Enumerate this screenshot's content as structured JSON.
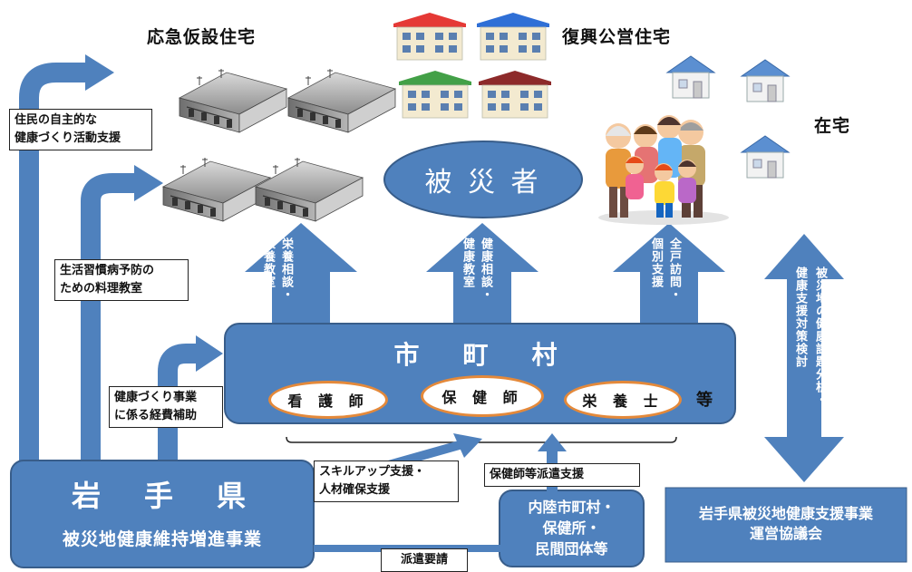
{
  "headings": {
    "temporary_housing": "応急仮設住宅",
    "public_housing": "復興公営住宅",
    "own_home": "在宅"
  },
  "victims": "被 災 者",
  "municipality": {
    "title": "市　町　村",
    "staff": [
      "看 護 師",
      "保 健 師",
      "栄 養 士"
    ],
    "etc": "等"
  },
  "up_arrows": [
    {
      "line1": "栄養相談・",
      "line2": "栄養教室"
    },
    {
      "line1": "健康相談・",
      "line2": "健康教室"
    },
    {
      "line1": "全戸訪問・",
      "line2": "個別支援"
    }
  ],
  "council_arrow": {
    "line1": "被災地の健康課題分析・",
    "line2": "健康支援対策検討"
  },
  "notes": {
    "self_activity": "住民の自主的な\n健康づくり活動支援",
    "cooking_class": "生活習慣病予防の\nための料理教室",
    "subsidy": "健康づくり事業\nに係る経費補助",
    "skill_support": "スキルアップ支援・\n人材確保支援",
    "dispatch_support": "保健師等派遣支援",
    "dispatch_request": "派遣要請"
  },
  "iwate": {
    "title": "岩　手　県",
    "program": "被災地健康維持増進事業"
  },
  "inland": "内陸市町村・\n保健所・\n民間団体等",
  "council": "岩手県被災地健康支援事業\n運営協議会",
  "colors": {
    "blue": "#4f81bd",
    "blue_dark": "#385d8a",
    "orange": "#e4893a"
  },
  "icons": [
    "prefab-house-icon",
    "apartment-icon",
    "house-icon",
    "family-icon"
  ]
}
